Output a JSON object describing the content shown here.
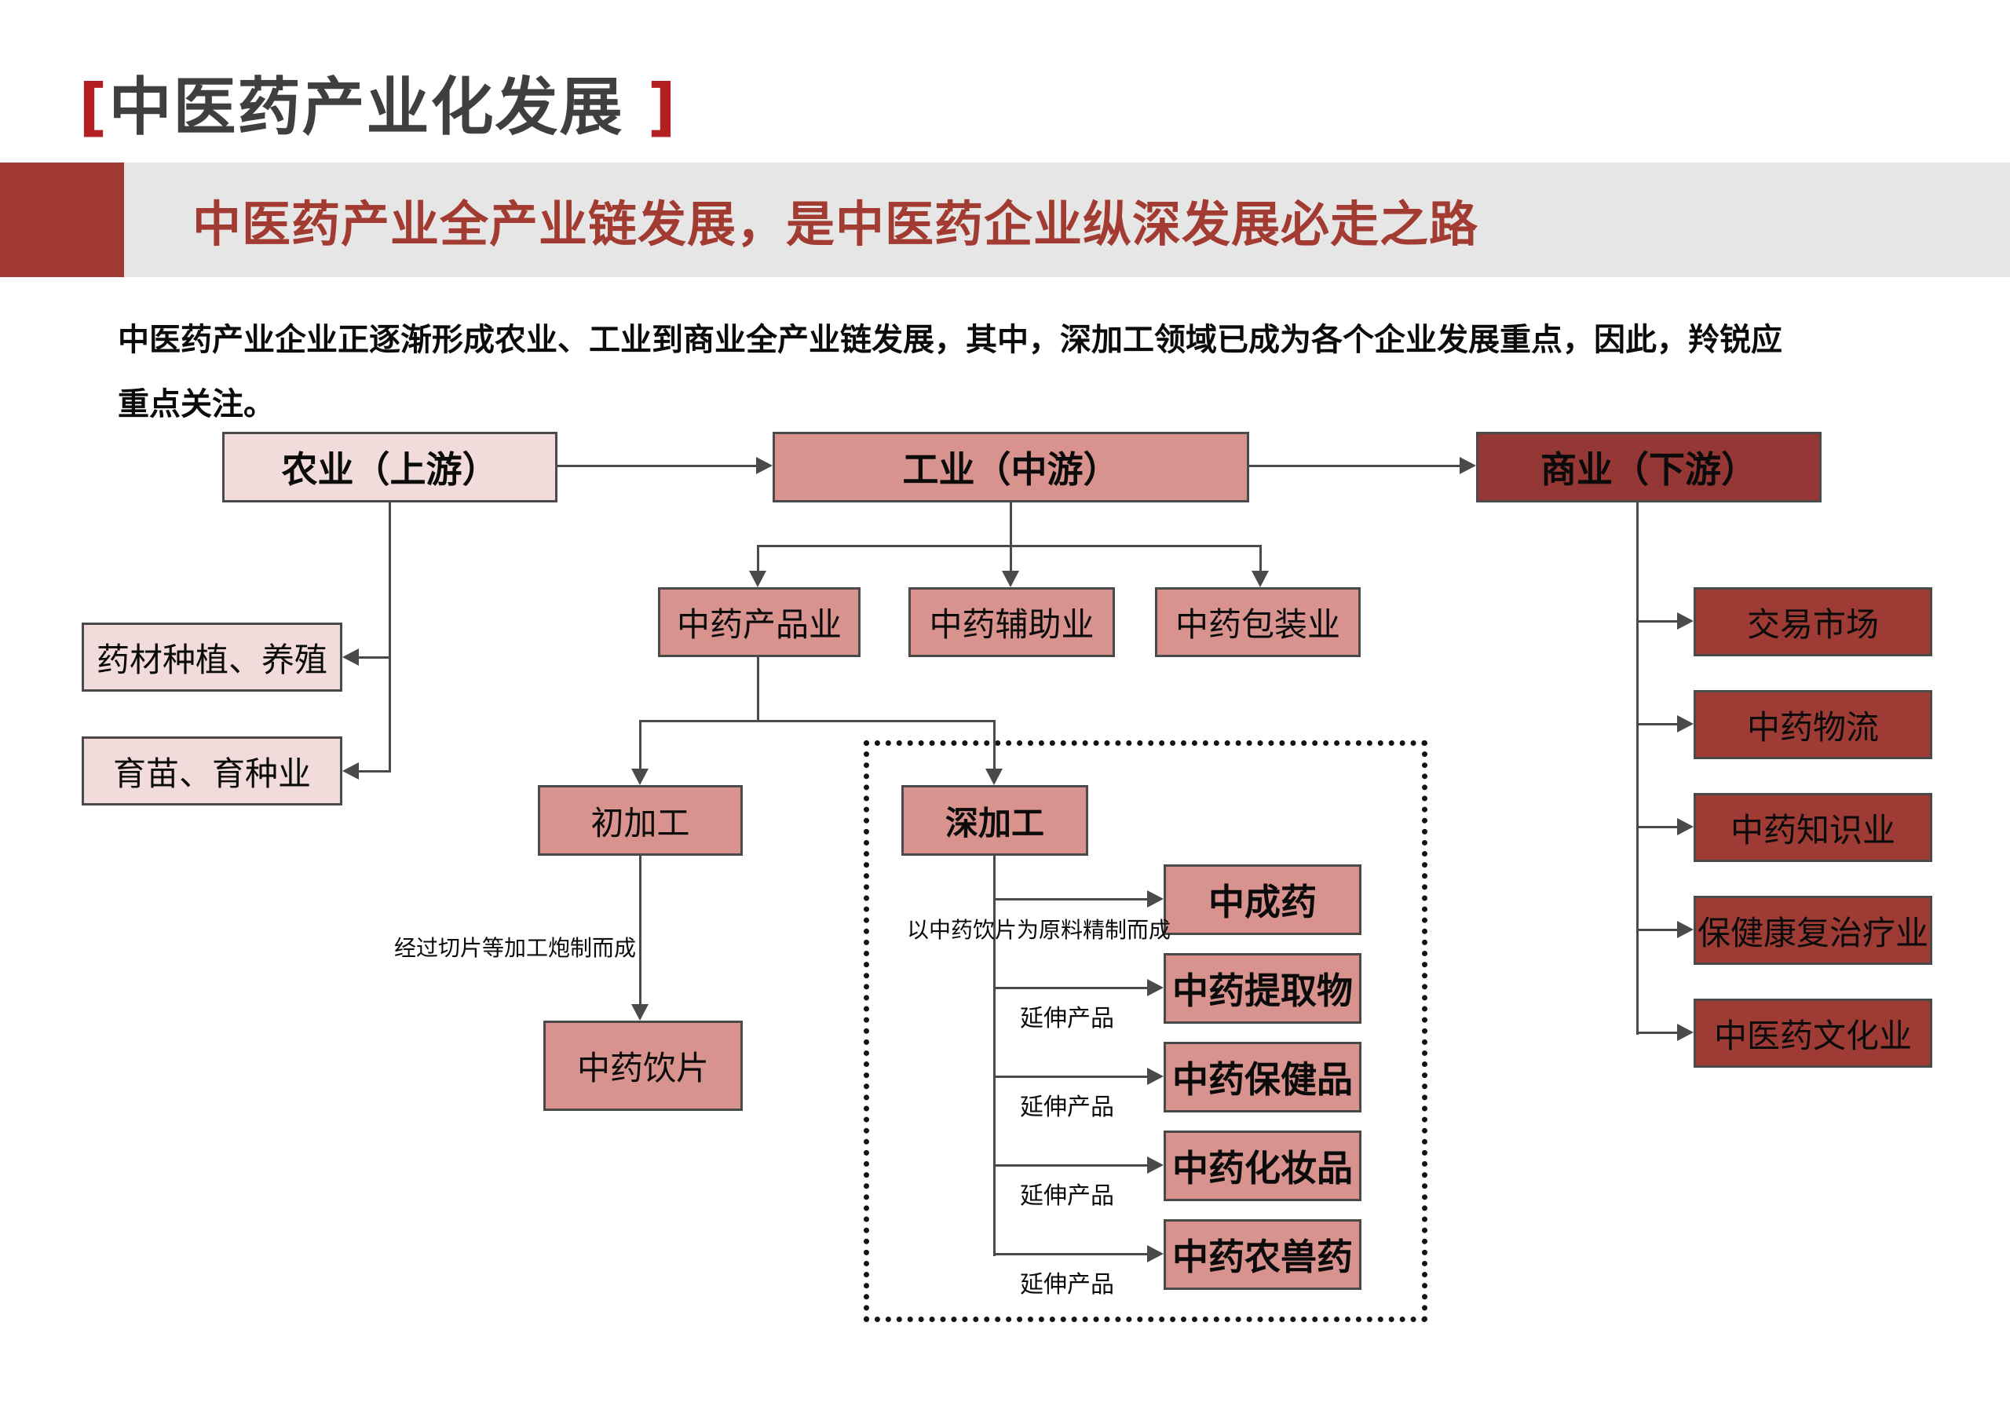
{
  "header": {
    "bracket_open": "[",
    "title": "中医药产业化发展",
    "bracket_close": "]"
  },
  "banner": {
    "text": "中医药产业全产业链发展，是中医药企业纵深发展必走之路"
  },
  "intro": {
    "line1": "中医药产业企业正逐渐形成农业、工业到商业全产业链发展，其中，深加工领域已成为各个企业发展重点，因此，羚锐应",
    "line2": "重点关注。"
  },
  "flow": {
    "tiers": {
      "agriculture": "农业（上游）",
      "industry": "工业（中游）",
      "commerce": "商业（下游）"
    },
    "agriculture_branches": {
      "herb_planting": "药材种植、养殖",
      "seedling": "育苗、育种业"
    },
    "industry_branches": {
      "products": "中药产品业",
      "auxiliary": "中药辅助业",
      "packaging": "中药包装业"
    },
    "processing": {
      "primary": "初加工",
      "deep": "深加工",
      "decoction_pieces": "中药饮片"
    },
    "deep_products": {
      "patent_medicine": "中成药",
      "extracts": "中药提取物",
      "healthcare": "中药保健品",
      "cosmetics": "中药化妆品",
      "agro_veterinary": "中药农兽药"
    },
    "commerce_branches": {
      "trading_market": "交易市场",
      "logistics": "中药物流",
      "knowledge": "中药知识业",
      "rehab": "保健康复治疗业",
      "culture": "中医药文化业"
    },
    "notes": {
      "primary_note": "经过切片等加工炮制而成",
      "deep_note": "以中药饮片为原料精制而成",
      "extension": "延伸产品"
    }
  },
  "colors": {
    "accent": "#a23b32",
    "bracket": "#b42022",
    "title": "#3f3f3f",
    "banner_bg": "#e7e6e6",
    "light": "#f2dcdb",
    "rose": "#d9938f",
    "dark": "#953735",
    "dark2": "#9e3b35",
    "line": "#4a4a4a",
    "bg": "#ffffff"
  }
}
